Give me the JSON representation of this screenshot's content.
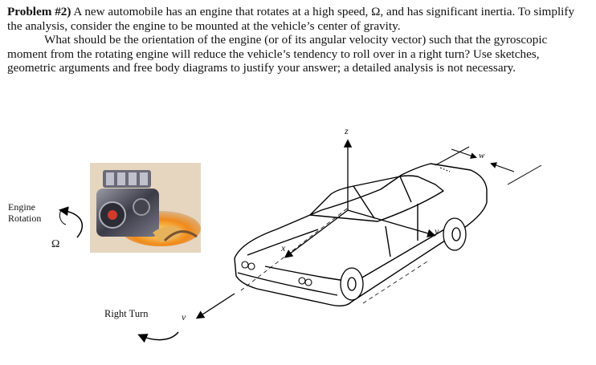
{
  "problem": {
    "heading": "Problem #2)",
    "paragraph1": " A new automobile has an engine that rotates at a high speed, Ω, and has significant inertia.  To simplify the analysis, consider the engine to be mounted at the vehicle’s center of gravity.",
    "paragraph2": "What should be the orientation of the engine (or of its angular velocity vector) such that the gyroscopic moment from the rotating engine will reduce the vehicle’s tendency to roll over in a right turn?  Use sketches, geometric arguments and free body diagrams to justify your answer; a detailed analysis is not necessary."
  },
  "figure": {
    "engine_label_line1": "Engine",
    "engine_label_line2": "Rotation",
    "omega": "Ω",
    "right_turn": "Right Turn",
    "v": "v",
    "z": "z",
    "w": "w",
    "x": "x",
    "y": "y"
  }
}
